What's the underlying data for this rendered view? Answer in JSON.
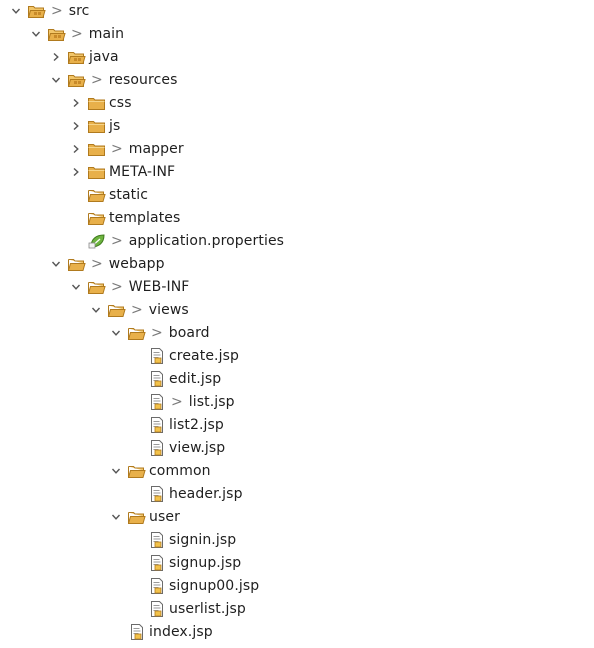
{
  "tree": {
    "nodes": [
      {
        "label": "src",
        "depth": 0,
        "state": "expanded",
        "icon": "package-folder-icon",
        "dirty": true
      },
      {
        "label": "main",
        "depth": 1,
        "state": "expanded",
        "icon": "package-folder-icon",
        "dirty": true
      },
      {
        "label": "java",
        "depth": 2,
        "state": "collapsed",
        "icon": "package-folder-icon",
        "dirty": false
      },
      {
        "label": "resources",
        "depth": 2,
        "state": "expanded",
        "icon": "package-folder-icon",
        "dirty": true
      },
      {
        "label": "css",
        "depth": 3,
        "state": "collapsed",
        "icon": "folder-icon",
        "dirty": false
      },
      {
        "label": "js",
        "depth": 3,
        "state": "collapsed",
        "icon": "folder-icon",
        "dirty": false
      },
      {
        "label": "mapper",
        "depth": 3,
        "state": "collapsed",
        "icon": "folder-icon",
        "dirty": true
      },
      {
        "label": "META-INF",
        "depth": 3,
        "state": "collapsed",
        "icon": "folder-icon",
        "dirty": false
      },
      {
        "label": "static",
        "depth": 3,
        "state": "leaf",
        "icon": "open-folder-icon",
        "dirty": false
      },
      {
        "label": "templates",
        "depth": 3,
        "state": "leaf",
        "icon": "open-folder-icon",
        "dirty": false
      },
      {
        "label": "application.properties",
        "depth": 3,
        "state": "leaf",
        "icon": "spring-properties-icon",
        "dirty": true
      },
      {
        "label": "webapp",
        "depth": 2,
        "state": "expanded",
        "icon": "open-folder-icon",
        "dirty": true
      },
      {
        "label": "WEB-INF",
        "depth": 3,
        "state": "expanded",
        "icon": "open-folder-icon",
        "dirty": true
      },
      {
        "label": "views",
        "depth": 4,
        "state": "expanded",
        "icon": "open-folder-icon",
        "dirty": true
      },
      {
        "label": "board",
        "depth": 5,
        "state": "expanded",
        "icon": "open-folder-icon",
        "dirty": true
      },
      {
        "label": "create.jsp",
        "depth": 6,
        "state": "leaf",
        "icon": "jsp-file-icon",
        "dirty": false
      },
      {
        "label": "edit.jsp",
        "depth": 6,
        "state": "leaf",
        "icon": "jsp-file-icon",
        "dirty": false
      },
      {
        "label": "list.jsp",
        "depth": 6,
        "state": "leaf",
        "icon": "jsp-file-icon",
        "dirty": true
      },
      {
        "label": "list2.jsp",
        "depth": 6,
        "state": "leaf",
        "icon": "jsp-file-icon",
        "dirty": false
      },
      {
        "label": "view.jsp",
        "depth": 6,
        "state": "leaf",
        "icon": "jsp-file-icon",
        "dirty": false
      },
      {
        "label": "common",
        "depth": 5,
        "state": "expanded",
        "icon": "open-folder-icon",
        "dirty": false
      },
      {
        "label": "header.jsp",
        "depth": 6,
        "state": "leaf",
        "icon": "jsp-file-icon",
        "dirty": false
      },
      {
        "label": "user",
        "depth": 5,
        "state": "expanded",
        "icon": "open-folder-icon",
        "dirty": false
      },
      {
        "label": "signin.jsp",
        "depth": 6,
        "state": "leaf",
        "icon": "jsp-file-icon",
        "dirty": false
      },
      {
        "label": "signup.jsp",
        "depth": 6,
        "state": "leaf",
        "icon": "jsp-file-icon",
        "dirty": false
      },
      {
        "label": "signup00.jsp",
        "depth": 6,
        "state": "leaf",
        "icon": "jsp-file-icon",
        "dirty": false
      },
      {
        "label": "userlist.jsp",
        "depth": 6,
        "state": "leaf",
        "icon": "jsp-file-icon",
        "dirty": false
      },
      {
        "label": "index.jsp",
        "depth": 5,
        "state": "leaf",
        "icon": "jsp-file-icon",
        "dirty": false
      }
    ],
    "dirty_marker": ">"
  },
  "colors": {
    "folder": "#e8b04a",
    "folder_dark": "#b07a1e",
    "chevron": "#555555",
    "dirty_marker": "#7a7a7a",
    "spring_leaf": "#6db33f"
  }
}
